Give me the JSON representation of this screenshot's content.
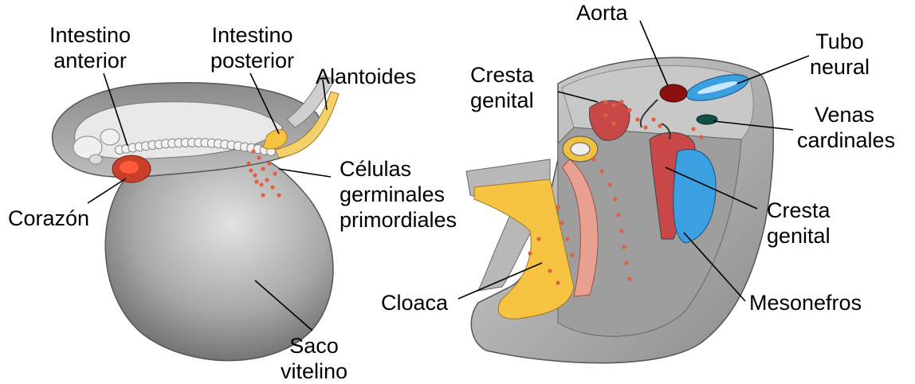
{
  "colors": {
    "embryo_gray": "#9a9a9a",
    "embryo_dark": "#6e6e6e",
    "embryo_light": "#d2d2d2",
    "gut_yellow": "#f6c343",
    "germ_cells": "#e06040",
    "aorta_red": "#8b1010",
    "neural_blue": "#3aa0e0",
    "genital_red": "#c84848",
    "vein_green": "#14504a"
  },
  "labels": {
    "intestino_anterior": [
      "Intestino",
      "anterior"
    ],
    "intestino_posterior": [
      "Intestino",
      "posterior"
    ],
    "alantoides": "Alantoides",
    "celulas_germinales": [
      "Células",
      "germinales",
      "primordiales"
    ],
    "corazon": "Corazón",
    "saco_vitelino": [
      "Saco",
      "vitelino"
    ],
    "aorta": "Aorta",
    "tubo_neural": [
      "Tubo",
      "neural"
    ],
    "cresta_genital_top": [
      "Cresta",
      "genital"
    ],
    "venas_cardinales": [
      "Venas",
      "cardinales"
    ],
    "cresta_genital_right": [
      "Cresta",
      "genital"
    ],
    "cloaca": "Cloaca",
    "mesonefros": "Mesonefros"
  }
}
